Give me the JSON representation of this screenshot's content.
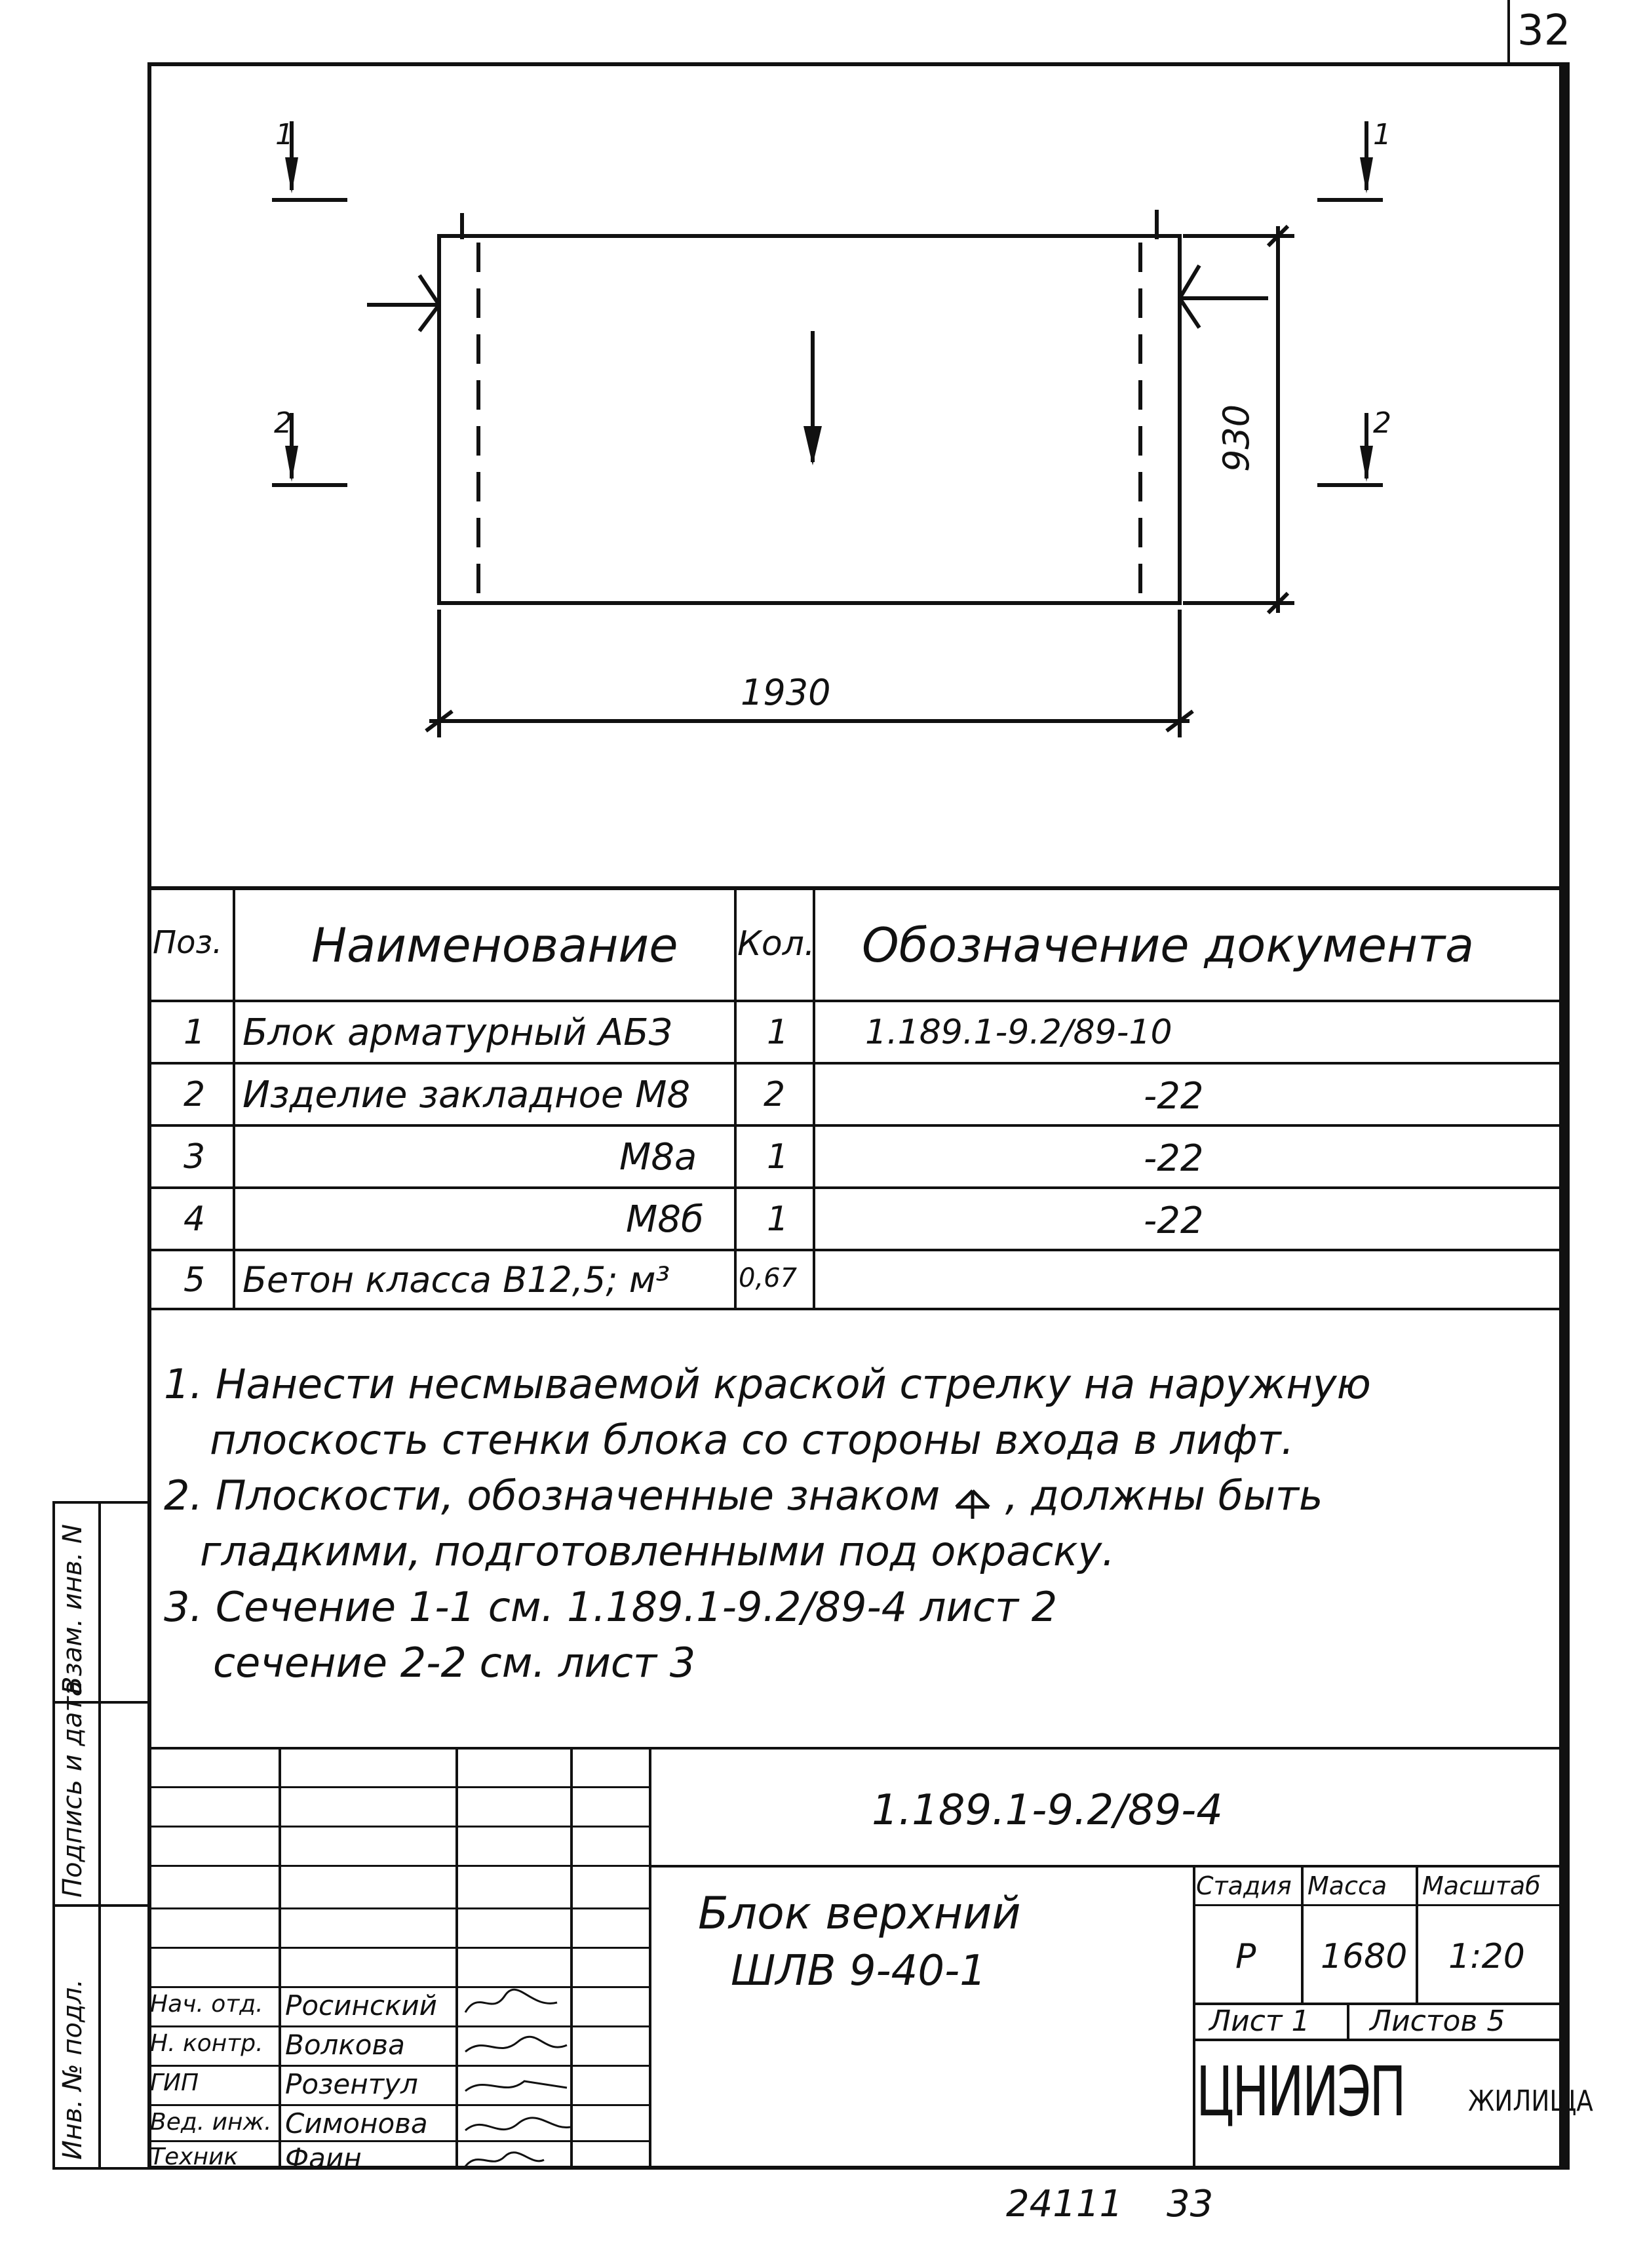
{
  "sheet_number": "32",
  "drawing": {
    "dim_width": "1930",
    "dim_height": "930",
    "section_labels": [
      "1",
      "2",
      "1",
      "2"
    ]
  },
  "spec_table": {
    "headers": {
      "pos": "Поз.",
      "name": "Наименование",
      "qty": "Кол.",
      "doc": "Обозначение документа"
    },
    "rows": [
      {
        "pos": "1",
        "name": "Блок арматурный АБЗ",
        "qty": "1",
        "doc": "1.189.1-9.2/89-10"
      },
      {
        "pos": "2",
        "name": "Изделие закладное М8",
        "qty": "2",
        "doc": "-22"
      },
      {
        "pos": "3",
        "name": "М8а",
        "qty": "1",
        "doc": "-22"
      },
      {
        "pos": "4",
        "name": "М8б",
        "qty": "1",
        "doc": "-22"
      },
      {
        "pos": "5",
        "name": "Бетон класса В12,5; м³",
        "qty": "0,67",
        "doc": ""
      }
    ]
  },
  "notes": {
    "n1_line1": "1. Нанести несмываемой краской стрелку на наружную",
    "n1_line2": "плоскость стенки блока со стороны входа в лифт.",
    "n2_line1": "2. Плоскости, обозначенные знаком",
    "n2_line1b": ", должны быть",
    "n2_line2": "гладкими, подготовленными под окраску.",
    "n3_line1": "3. Сечение 1-1 см. 1.189.1-9.2/89-4 лист 2",
    "n3_line2": "сечение 2-2 см. лист 3"
  },
  "side_stamp": {
    "inv_no_podl": "Инв. № подл.",
    "podpis_data": "Подпись и дата",
    "vzam_inv": "Взам. инв. N"
  },
  "title_block": {
    "doc_code": "1.189.1-9.2/89-4",
    "title_line1": "Блок верхний",
    "title_line2": "ШЛВ 9-40-1",
    "stage_label": "Стадия",
    "mass_label": "Масса",
    "scale_label": "Масштаб",
    "stage": "Р",
    "mass": "1680",
    "scale": "1:20",
    "sheet": "Лист 1",
    "sheets": "Листов 5",
    "org_main": "ЦНИИЭП",
    "org_sub": "ЖИЛИЩА",
    "signers": [
      {
        "role": "Нач. отд.",
        "name": "Росинский"
      },
      {
        "role": "Н. контр.",
        "name": "Волкова"
      },
      {
        "role": "ГИП",
        "name": "Розентул"
      },
      {
        "role": "Вед. инж.",
        "name": "Симонова"
      },
      {
        "role": "Техник",
        "name": "Фаин"
      }
    ]
  },
  "footer": {
    "archive_no": "24111",
    "page_no": "33"
  }
}
